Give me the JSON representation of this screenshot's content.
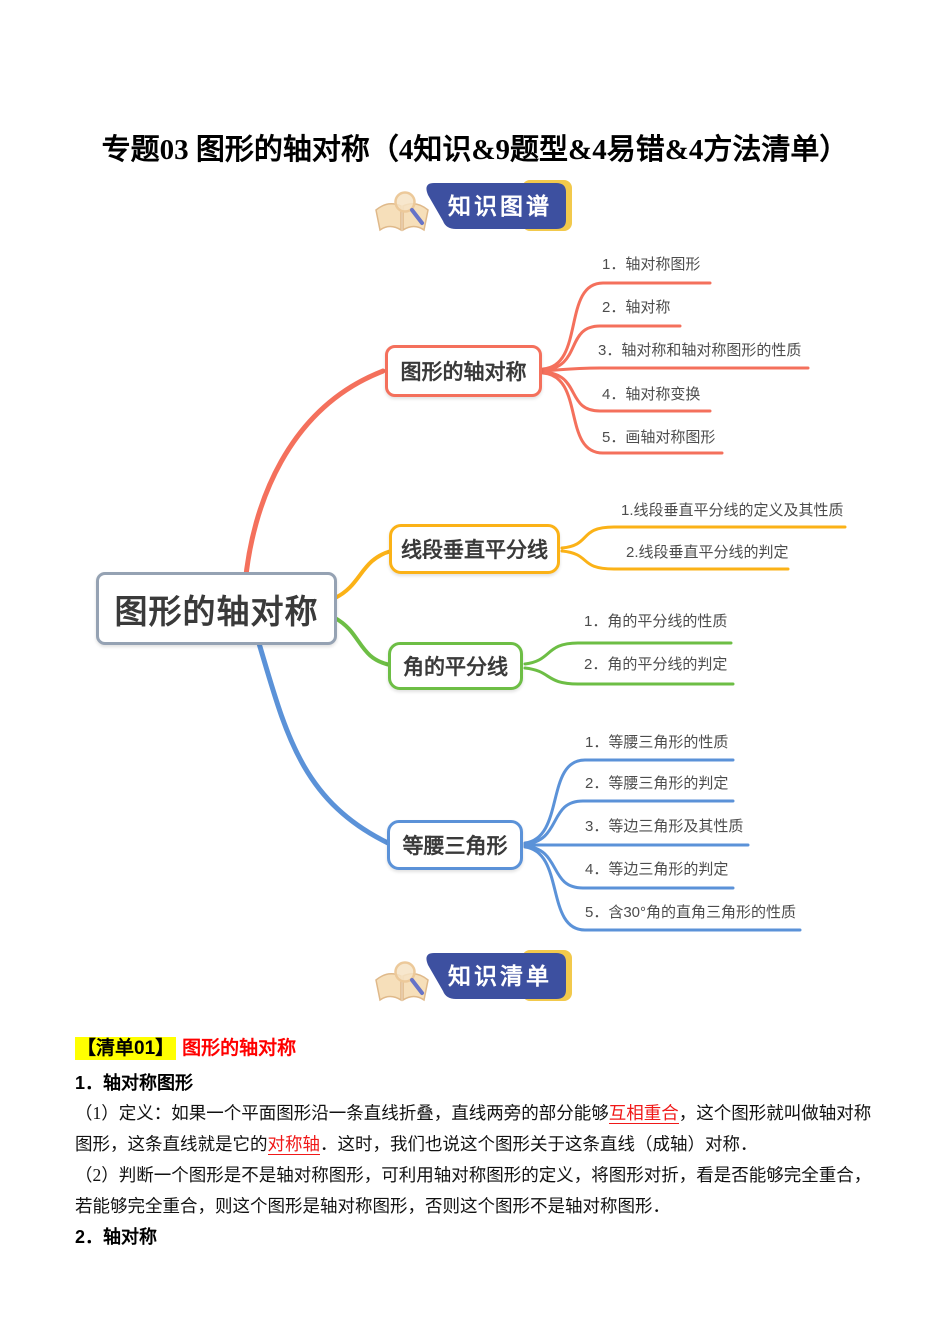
{
  "title": "专题03 图形的轴对称（4知识&9题型&4易错&4方法清单）",
  "banners": {
    "knowledge_map": "知识图谱",
    "knowledge_list": "知识清单"
  },
  "colors": {
    "red": "#f4705c",
    "yellow": "#fbb217",
    "green": "#6dbe45",
    "blue": "#5b92d8",
    "center_border": "#95a2b3",
    "banner_blue": "#3d50a0",
    "banner_accent": "#f2c94c",
    "highlight": "#ffff00",
    "term_red": "#f01818"
  },
  "mindmap": {
    "center": "图形的轴对称",
    "branches": [
      {
        "label": "图形的轴对称",
        "children": [
          "1．轴对称图形",
          "2．轴对称",
          "3．轴对称和轴对称图形的性质",
          "4．轴对称变换",
          "5．画轴对称图形"
        ]
      },
      {
        "label": "线段垂直平分线",
        "children": [
          "1.线段垂直平分线的定义及其性质",
          "2.线段垂直平分线的判定"
        ]
      },
      {
        "label": "角的平分线",
        "children": [
          "1．角的平分线的性质",
          "2．角的平分线的判定"
        ]
      },
      {
        "label": "等腰三角形",
        "children": [
          "1．等腰三角形的性质",
          "2．等腰三角形的判定",
          "3．等边三角形及其性质",
          "4．等边三角形的判定",
          "5．含30°角的直角三角形的性质"
        ]
      }
    ]
  },
  "content": {
    "list01_tag": "【清单01】",
    "list01_title": "图形的轴对称",
    "heading1": "1．轴对称图形",
    "p1a": "（1）定义：如果一个平面图形沿一条直线折叠，直线两旁的部分能够",
    "p1b": "互相重合",
    "p1c": "，这个图形就叫做轴对称图形，这条直线就是它的",
    "p1d": "对称轴",
    "p1e": "．这时，我们也说这个图形关于这条直线（成轴）对称．",
    "p2": "（2）判断一个图形是不是轴对称图形，可利用轴对称图形的定义，将图形对折，看是否能够完全重合，若能够完全重合，则这个图形是轴对称图形，否则这个图形不是轴对称图形．",
    "heading2": "2．轴对称"
  }
}
